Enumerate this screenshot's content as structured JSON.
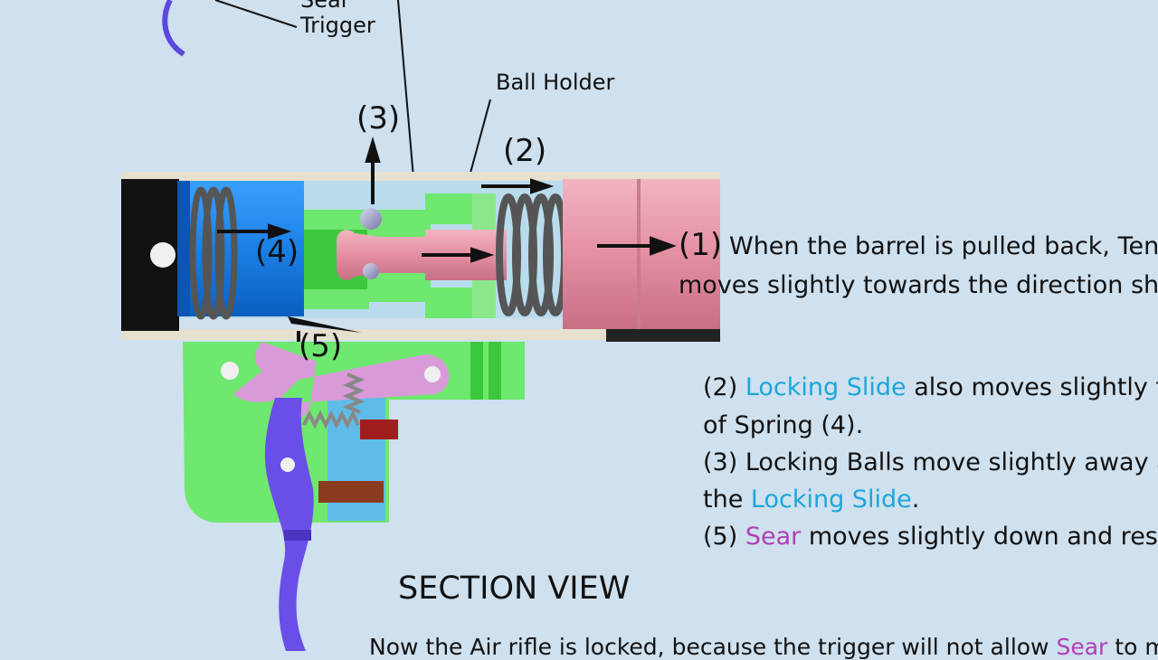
{
  "labels": {
    "sear_top": "Sear",
    "trigger": "Trigger",
    "ball_holder": "Ball Holder",
    "n1": "(1)",
    "n2": "(2)",
    "n3": "(3)",
    "n4": "(4)",
    "n5": "(5)"
  },
  "title": "SECTION VIEW",
  "text": {
    "line1": "When the barrel is pulled back, Ten",
    "line1b": "moves slightly towards the direction sh",
    "line2a_num": "(2)",
    "line2a_term": "Locking Slide",
    "line2a_rest": "also moves slightly f",
    "line2b": "of Spring (4).",
    "line3a": "(3) Locking Balls move slightly away a",
    "line3b_pre": "the",
    "line3b_term": "Locking Slide",
    "line3b_post": ".",
    "line5_num": "(5)",
    "line5_term": "Sear",
    "line5_rest": "moves slightly down and rest",
    "bottom_pre": "Now the Air rifle is locked, because the trigger will not allow",
    "bottom_term": "Sear",
    "bottom_post": "to m"
  },
  "colors": {
    "background": "#cfe0ee",
    "term_blue": "#1ba7dc",
    "term_magenta": "#b03fb5",
    "pink_part": "#e79aab",
    "green_part": "#6ee86e",
    "blue_part": "#1d86e8",
    "purple_trigger": "#6a4ee8"
  }
}
